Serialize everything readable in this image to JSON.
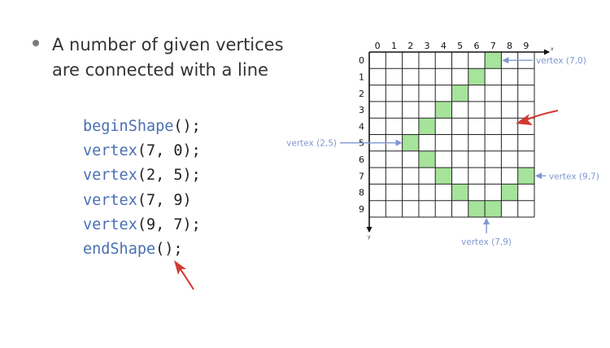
{
  "slide": {
    "bullet_text": "A number of given vertices are connected with a line"
  },
  "code": [
    {
      "fn": "beginShape",
      "args": "();"
    },
    {
      "fn": "vertex",
      "args": "(7, 0);"
    },
    {
      "fn": "vertex",
      "args": "(2, 5);"
    },
    {
      "fn": "vertex",
      "args": "(7, 9)"
    },
    {
      "fn": "vertex",
      "args": "(9, 7);"
    },
    {
      "fn": "endShape",
      "args": "();"
    }
  ],
  "grid": {
    "columns": 10,
    "rows": 10,
    "x_ticks": [
      "0",
      "1",
      "2",
      "3",
      "4",
      "5",
      "6",
      "7",
      "8",
      "9"
    ],
    "y_ticks": [
      "0",
      "1",
      "2",
      "3",
      "4",
      "5",
      "6",
      "7",
      "8",
      "9"
    ],
    "x_axis_label": "x",
    "y_axis_label": "y",
    "filled_cells": [
      [
        7,
        0
      ],
      [
        6,
        1
      ],
      [
        5,
        2
      ],
      [
        4,
        3
      ],
      [
        3,
        4
      ],
      [
        2,
        5
      ],
      [
        3,
        6
      ],
      [
        4,
        7
      ],
      [
        5,
        8
      ],
      [
        6,
        9
      ],
      [
        7,
        9
      ],
      [
        8,
        8
      ],
      [
        9,
        7
      ]
    ],
    "fill_color": "#a6e39b"
  },
  "callouts": [
    {
      "label": "vertex (7,0)",
      "cell": [
        7,
        0
      ]
    },
    {
      "label": "vertex (2,5)",
      "cell": [
        2,
        5
      ]
    },
    {
      "label": "vertex (9,7)",
      "cell": [
        9,
        7
      ]
    },
    {
      "label": "vertex (7,9)",
      "cell": [
        7,
        9
      ]
    }
  ],
  "colors": {
    "code_function": "#4a6fb3",
    "callout_blue": "#7f97cf",
    "red_arrow": "#d33a2f",
    "grid_line": "#222222"
  }
}
